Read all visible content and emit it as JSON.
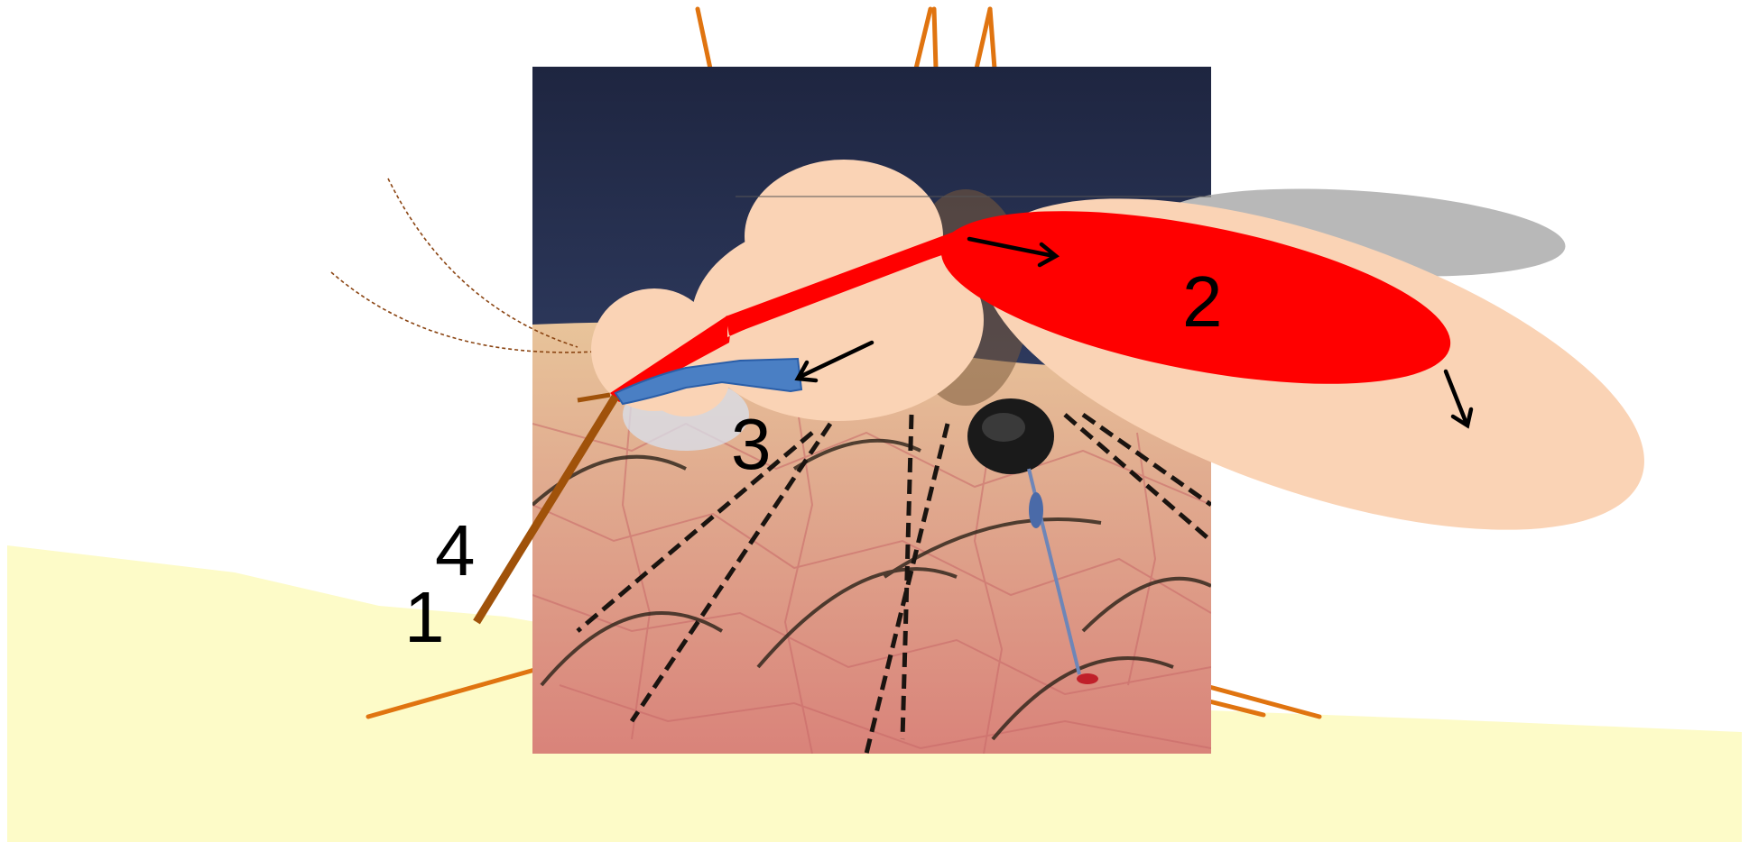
{
  "diagram": {
    "labels": {
      "one": "1",
      "two": "2",
      "three": "3",
      "four": "4"
    },
    "colors": {
      "skin_band": "#fdfbc8",
      "body": "#fad3b5",
      "blood_tube": "#ff0000",
      "saliva": "#4a7fc4",
      "saliva_edge": "#2a5ea8",
      "legs": "#e07410",
      "proboscis": "#a0520a",
      "wing": "#b8b8b8",
      "antenna": "#8b4513",
      "arrow": "#000000"
    },
    "icons": [
      "mosquito-photo",
      "arrow-icon"
    ]
  }
}
